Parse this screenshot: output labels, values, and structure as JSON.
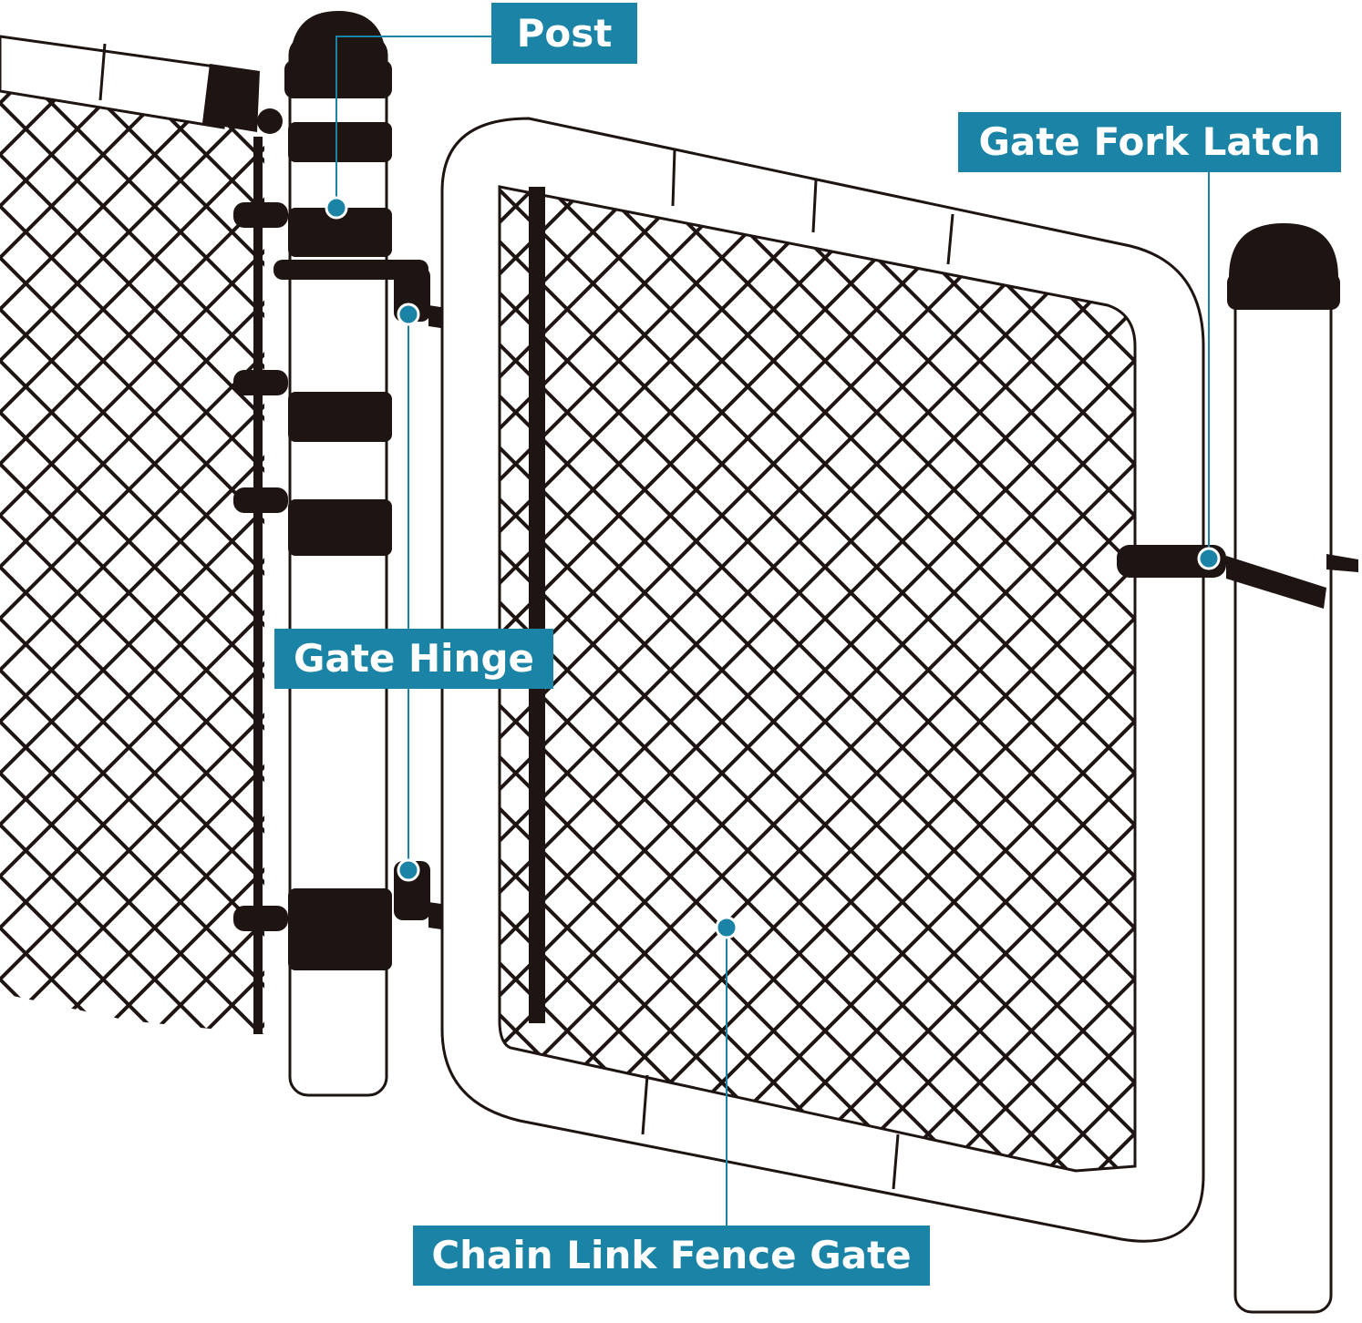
{
  "labels": {
    "post": "Post",
    "gate_fork_latch": "Gate Fork Latch",
    "gate_hinge": "Gate Hinge",
    "chain_link_fence_gate": "Chain Link Fence Gate"
  },
  "colors": {
    "callout": "#1b84a6",
    "line_art": "#1e1412",
    "background": "#ffffff"
  }
}
